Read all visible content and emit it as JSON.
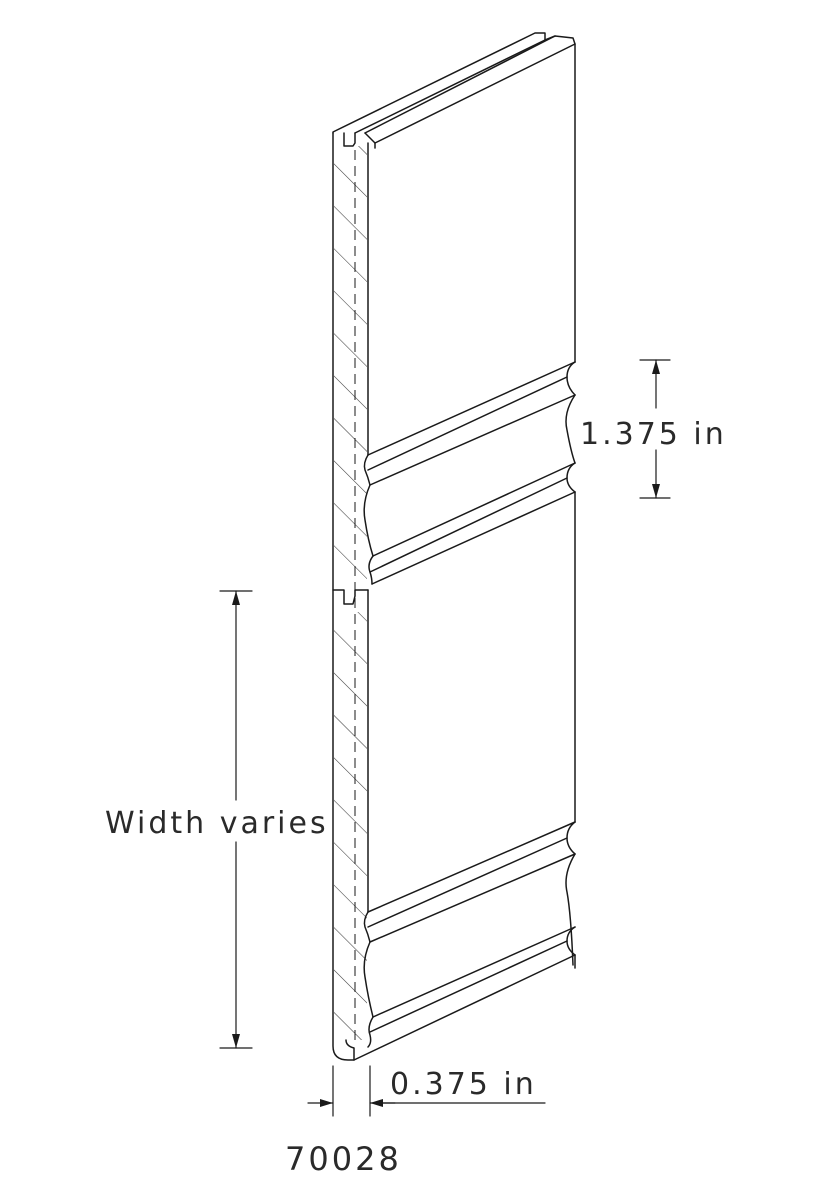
{
  "dimensions": {
    "profile_height": "1.375 in",
    "overall_width": "Width varies",
    "thickness": "0.375 in"
  },
  "part_number": "70028"
}
